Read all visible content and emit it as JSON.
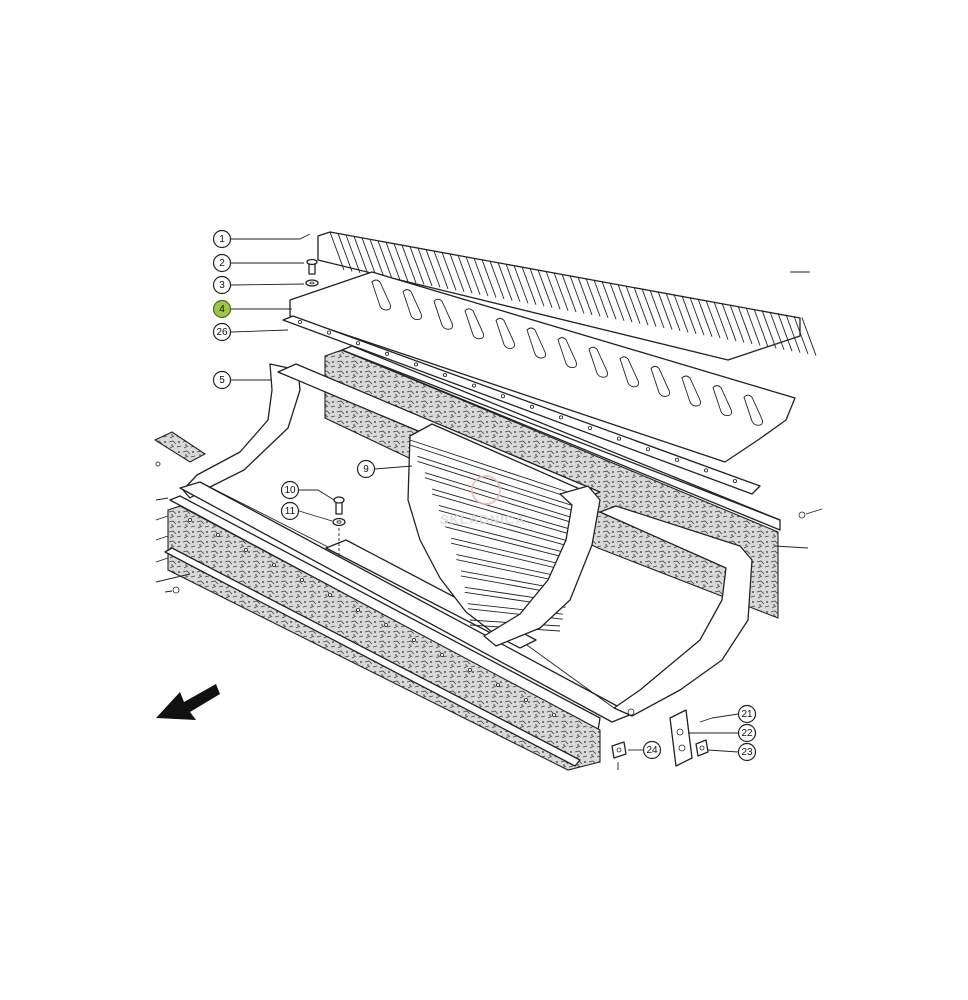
{
  "diagram": {
    "active_callout": "4",
    "callouts": [
      {
        "id": "1",
        "label": "1"
      },
      {
        "id": "2",
        "label": "2"
      },
      {
        "id": "3",
        "label": "3"
      },
      {
        "id": "4",
        "label": "4"
      },
      {
        "id": "26",
        "label": "26"
      },
      {
        "id": "5",
        "label": "5"
      },
      {
        "id": "9",
        "label": "9"
      },
      {
        "id": "10",
        "label": "10"
      },
      {
        "id": "11",
        "label": "11"
      },
      {
        "id": "21",
        "label": "21"
      },
      {
        "id": "22",
        "label": "22"
      },
      {
        "id": "23",
        "label": "23"
      },
      {
        "id": "24",
        "label": "24"
      }
    ],
    "watermark": "SKLADNICA",
    "colors": {
      "line": "#222222",
      "highlight": "#9bc64a",
      "watermark": "#d8d8d8"
    }
  }
}
